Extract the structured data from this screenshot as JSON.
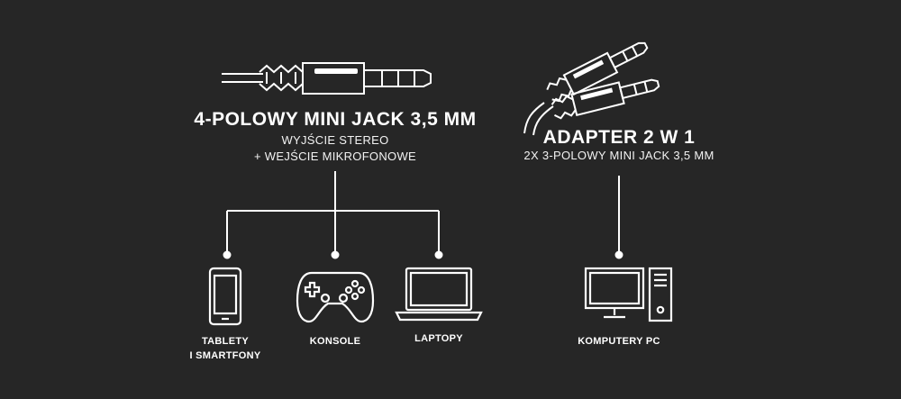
{
  "left_section": {
    "title": "4-POLOWY MINI JACK 3,5 MM",
    "subtitle_line1": "WYJŚCIE STEREO",
    "subtitle_line2": "+ WEJŚCIE MIKROFONOWE"
  },
  "right_section": {
    "title": "ADAPTER 2 W 1",
    "subtitle": "2X 3-POLOWY MINI JACK 3,5 MM"
  },
  "devices": [
    {
      "icon": "smartphone-icon",
      "label_line1": "TABLETY",
      "label_line2": "I SMARTFONY"
    },
    {
      "icon": "gamepad-icon",
      "label_line1": "KONSOLE"
    },
    {
      "icon": "laptop-icon",
      "label_line1": "LAPTOPY"
    },
    {
      "icon": "desktop-pc-icon",
      "label_line1": "KOMPUTERY PC"
    }
  ],
  "colors": {
    "background": "#262626",
    "foreground": "#ffffff"
  }
}
